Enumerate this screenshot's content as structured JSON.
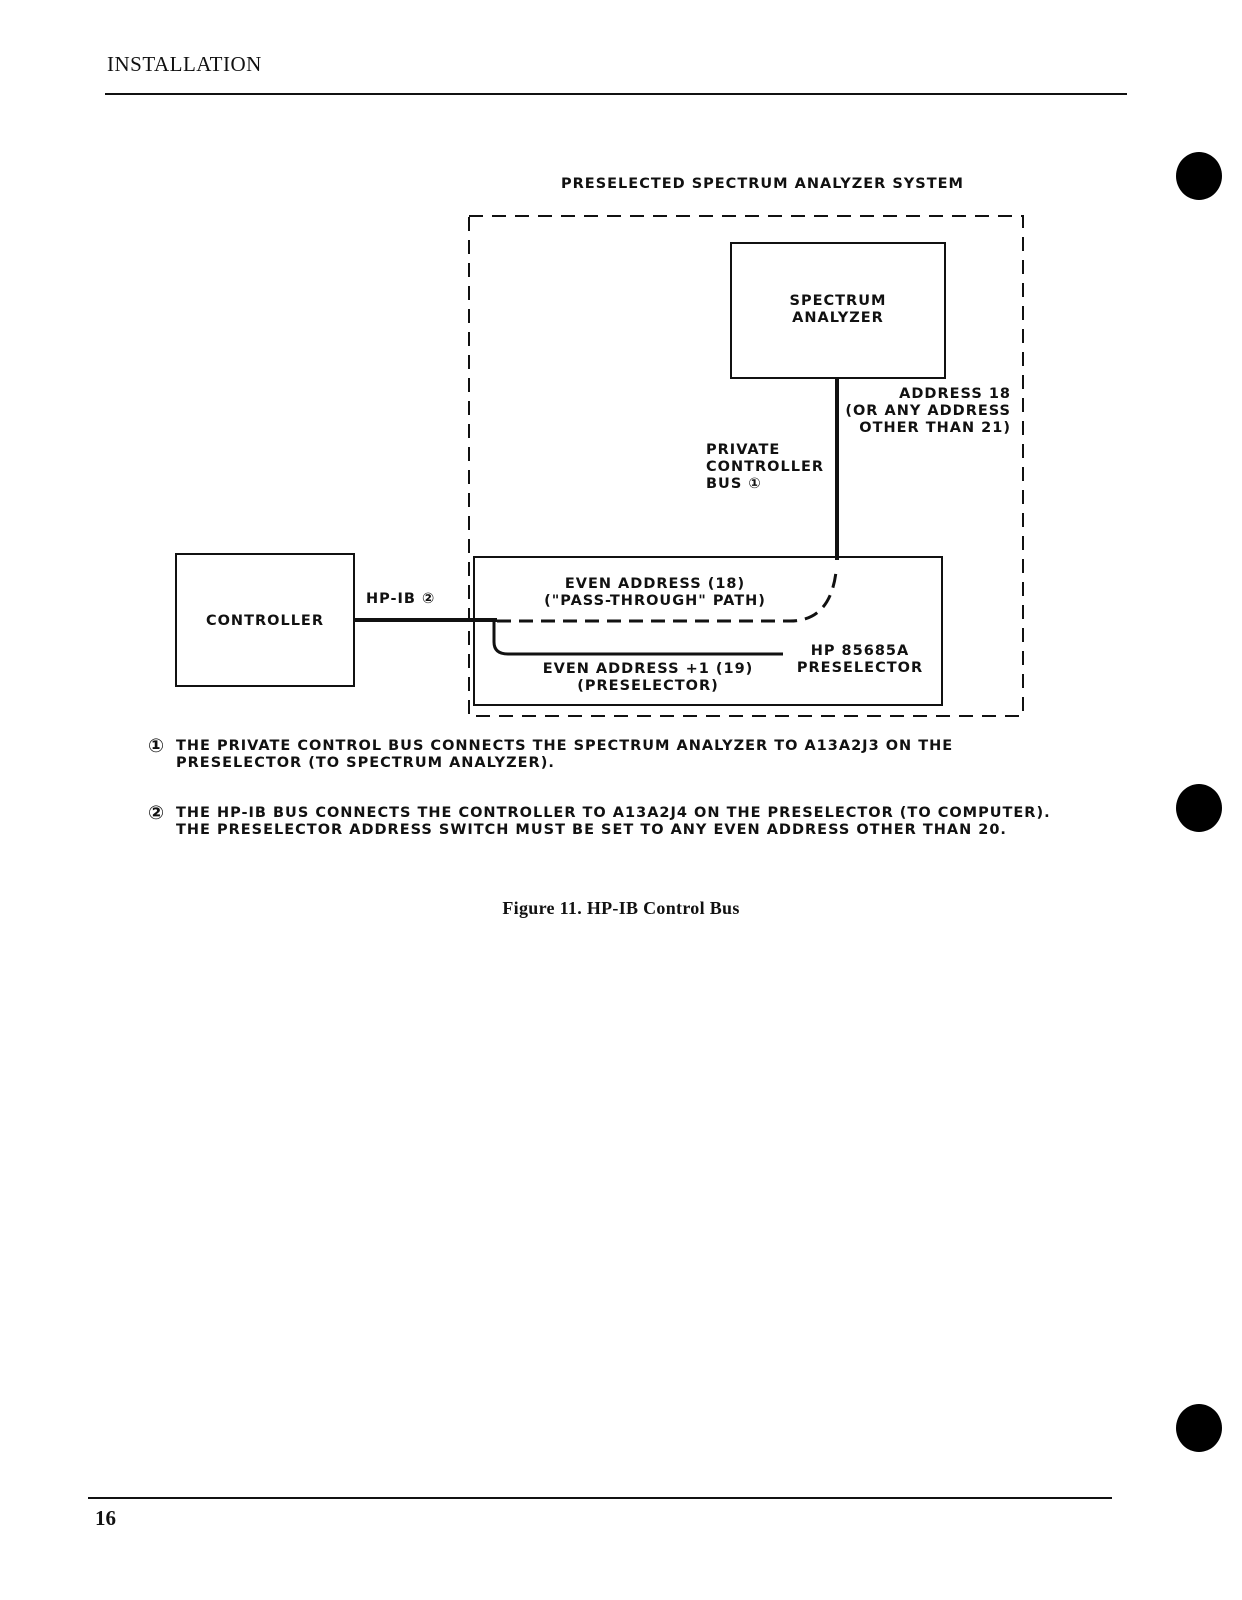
{
  "header": {
    "section_title": "INSTALLATION"
  },
  "diagram": {
    "system_title": "PRESELECTED SPECTRUM ANALYZER SYSTEM",
    "spectrum_analyzer": "SPECTRUM\nANALYZER",
    "address_note": "ADDRESS 18\n(OR ANY ADDRESS\nOTHER THAN 21)",
    "private_bus": "PRIVATE\nCONTROLLER\nBUS ①",
    "controller": "CONTROLLER",
    "hpib_label": "HP-IB ②",
    "even_address": "EVEN ADDRESS (18)\n(\"PASS-THROUGH\" PATH)",
    "preselector_address": "EVEN ADDRESS +1 (19)\n(PRESELECTOR)",
    "preselector_name": "HP 85685A\nPRESELECTOR"
  },
  "notes": [
    {
      "marker": "①",
      "text": "THE PRIVATE CONTROL BUS CONNECTS THE SPECTRUM ANALYZER TO A13A2J3 ON THE\nPRESELECTOR (TO SPECTRUM ANALYZER)."
    },
    {
      "marker": "②",
      "text": "THE HP-IB BUS CONNECTS THE CONTROLLER TO A13A2J4 ON THE PRESELECTOR (TO COMPUTER).\nTHE PRESELECTOR ADDRESS SWITCH MUST BE SET TO ANY EVEN ADDRESS OTHER THAN 20."
    }
  ],
  "caption": "Figure 11. HP-IB Control Bus",
  "footer": {
    "page_number": "16"
  }
}
